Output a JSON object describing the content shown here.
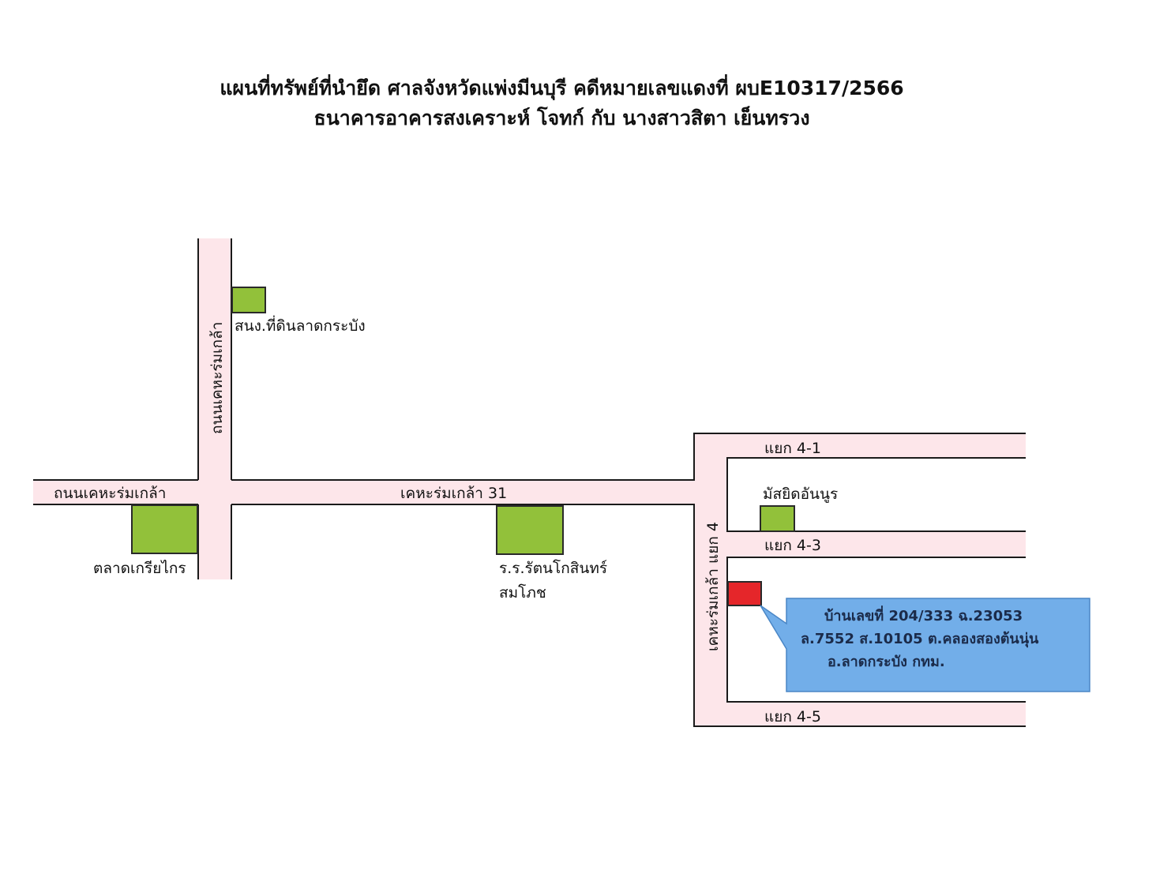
{
  "title": {
    "line1": "แผนที่ทรัพย์ที่นำยึด   ศาลจังหวัดแพ่งมีนบุรี  คดีหมายเลขแดงที่ ผบE10317/2566",
    "line2": "ธนาคารอาคารสงเคราะห์   โจทก์  กับ  นางสาวสิตา   เย็นทรวง"
  },
  "roads": {
    "main_road_west": "ถนนเคหะร่มเกล้า",
    "main_road_east": "เคหะร่มเกล้า 31",
    "north_road": "ถนนเคหะร่มเกล้า",
    "soi4": "เคหะร่มเกล้า แยก 4",
    "soi4_1": "แยก 4-1",
    "soi4_3": "แยก 4-3",
    "soi4_5": "แยก 4-5"
  },
  "landmarks": {
    "land_office": "สนง.ที่ดินลาดกระบัง",
    "market": "ตลาดเกรียไกร",
    "school_line1": "ร.ร.รัตนโกสินทร์",
    "school_line2": "สมโภช",
    "mosque": "มัสยิดอันนูร"
  },
  "property": {
    "line1": "บ้านเลขที่ 204/333 ฉ.23053",
    "line2": "ล.7552 ส.10105 ต.คลองสองต้นนุ่น",
    "line3": "อ.ลาดกระบัง กทม."
  },
  "colors": {
    "road_fill": "#fde6ea",
    "building_green": "#92c13a",
    "property_red": "#e5262a",
    "callout_blue": "#5fa3e6"
  }
}
